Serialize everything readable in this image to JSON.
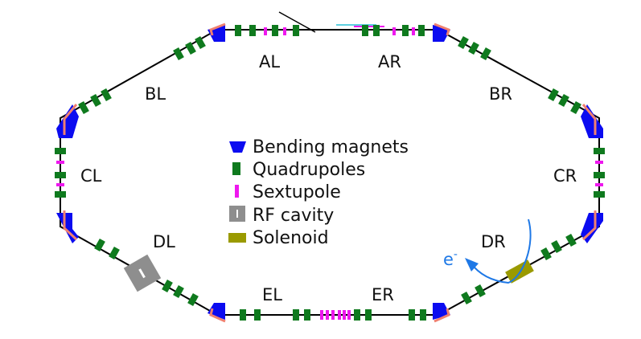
{
  "sections": {
    "al": "AL",
    "ar": "AR",
    "bl": "BL",
    "br": "BR",
    "cl": "CL",
    "cr": "CR",
    "dl": "DL",
    "dr": "DR",
    "el": "EL",
    "er": "ER"
  },
  "legend": {
    "bend": "Bending magnets",
    "quad": "Quadrupoles",
    "sext": "Sextupole",
    "rf": "RF cavity",
    "sol": "Solenoid"
  },
  "electron": {
    "base": "e",
    "sup": "-"
  },
  "icons": {
    "bend": "bending-magnet-icon",
    "quad": "quadrupole-icon",
    "sext": "sextupole-icon",
    "rf": "rf-cavity-icon",
    "sol": "solenoid-icon"
  },
  "colors": {
    "ring": "#000000",
    "bend": "#0b0bf0",
    "quad": "#0f7a1e",
    "sext": "#ee18ee",
    "rf": "#8e8e8e",
    "sol": "#9a9a00",
    "electron": "#1e78e6",
    "padding": "#f08070"
  }
}
